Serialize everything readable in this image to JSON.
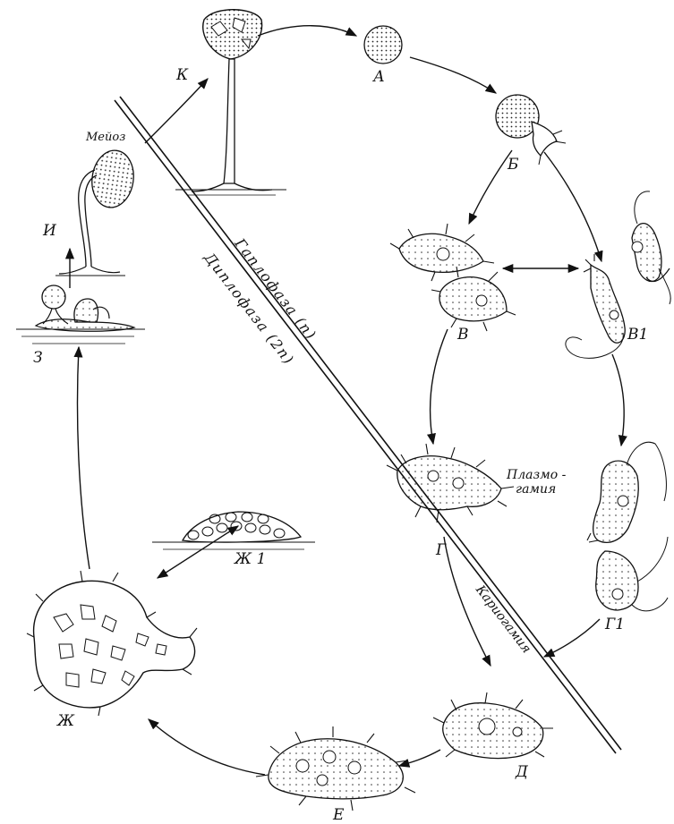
{
  "stages": {
    "A": "А",
    "B": "Б",
    "V": "В",
    "V1": "В1",
    "G": "Г",
    "G1": "Г1",
    "D": "Д",
    "E": "Е",
    "Zh": "Ж",
    "Zh1": "Ж 1",
    "Z": "З",
    "I": "И",
    "K": "К"
  },
  "processes": {
    "meiosis": "Мейоз",
    "plasmogamy_line1": "Плазмо -",
    "plasmogamy_line2": "гамия",
    "karyogamy": "Кариогамия"
  },
  "phases": {
    "haplophase": "Гаплофаза (n)",
    "diplophase": "Диплофаза (2n)"
  }
}
